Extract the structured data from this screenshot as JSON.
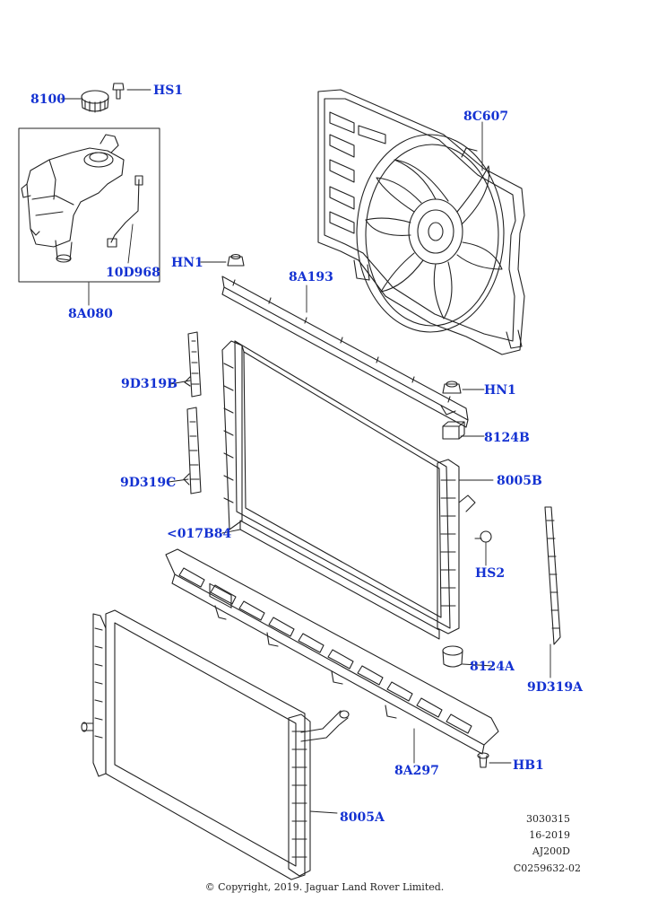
{
  "diagram": {
    "callouts": {
      "c8100": "8100",
      "hs1": "HS1",
      "c8c607": "8C607",
      "c10d968": "10D968",
      "c8a080": "8A080",
      "hn1_top": "HN1",
      "c8a193": "8A193",
      "c9d319b": "9D319B",
      "hn1_right": "HN1",
      "c8124b": "8124B",
      "c9d319c": "9D319C",
      "c8005b": "8005B",
      "c017b84": "<017B84",
      "hs2": "HS2",
      "c8124a": "8124A",
      "c9d319a": "9D319A",
      "c8a297": "8A297",
      "hb1": "HB1",
      "c8005a": "8005A"
    },
    "info": {
      "line1": "3030315",
      "line2": "16-2019",
      "line3": "AJ200D",
      "line4": "C0259632-02"
    },
    "copyright": "© Copyright, 2019. Jaguar Land Rover Limited.",
    "colors": {
      "callout": "#1432d2",
      "line": "#222222"
    }
  }
}
